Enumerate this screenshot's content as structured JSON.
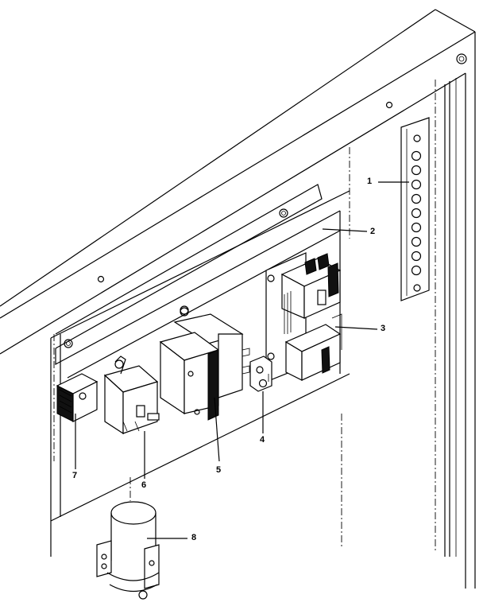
{
  "callouts": [
    {
      "id": "1",
      "label": "1"
    },
    {
      "id": "2",
      "label": "2"
    },
    {
      "id": "3",
      "label": "3"
    },
    {
      "id": "4",
      "label": "4"
    },
    {
      "id": "5",
      "label": "5"
    },
    {
      "id": "6",
      "label": "6"
    },
    {
      "id": "7",
      "label": "7"
    },
    {
      "id": "8",
      "label": "8"
    }
  ],
  "components": {
    "terminal_block": "terminal-strip-icon",
    "contactor_upper": "relay-icon",
    "contactor_lower": "relay-icon",
    "ground_lug": "lug-icon",
    "transformer": "transformer-icon",
    "relay_small": "relay-icon",
    "control_board": "board-icon",
    "pipe_fitting": "pipe-icon"
  }
}
